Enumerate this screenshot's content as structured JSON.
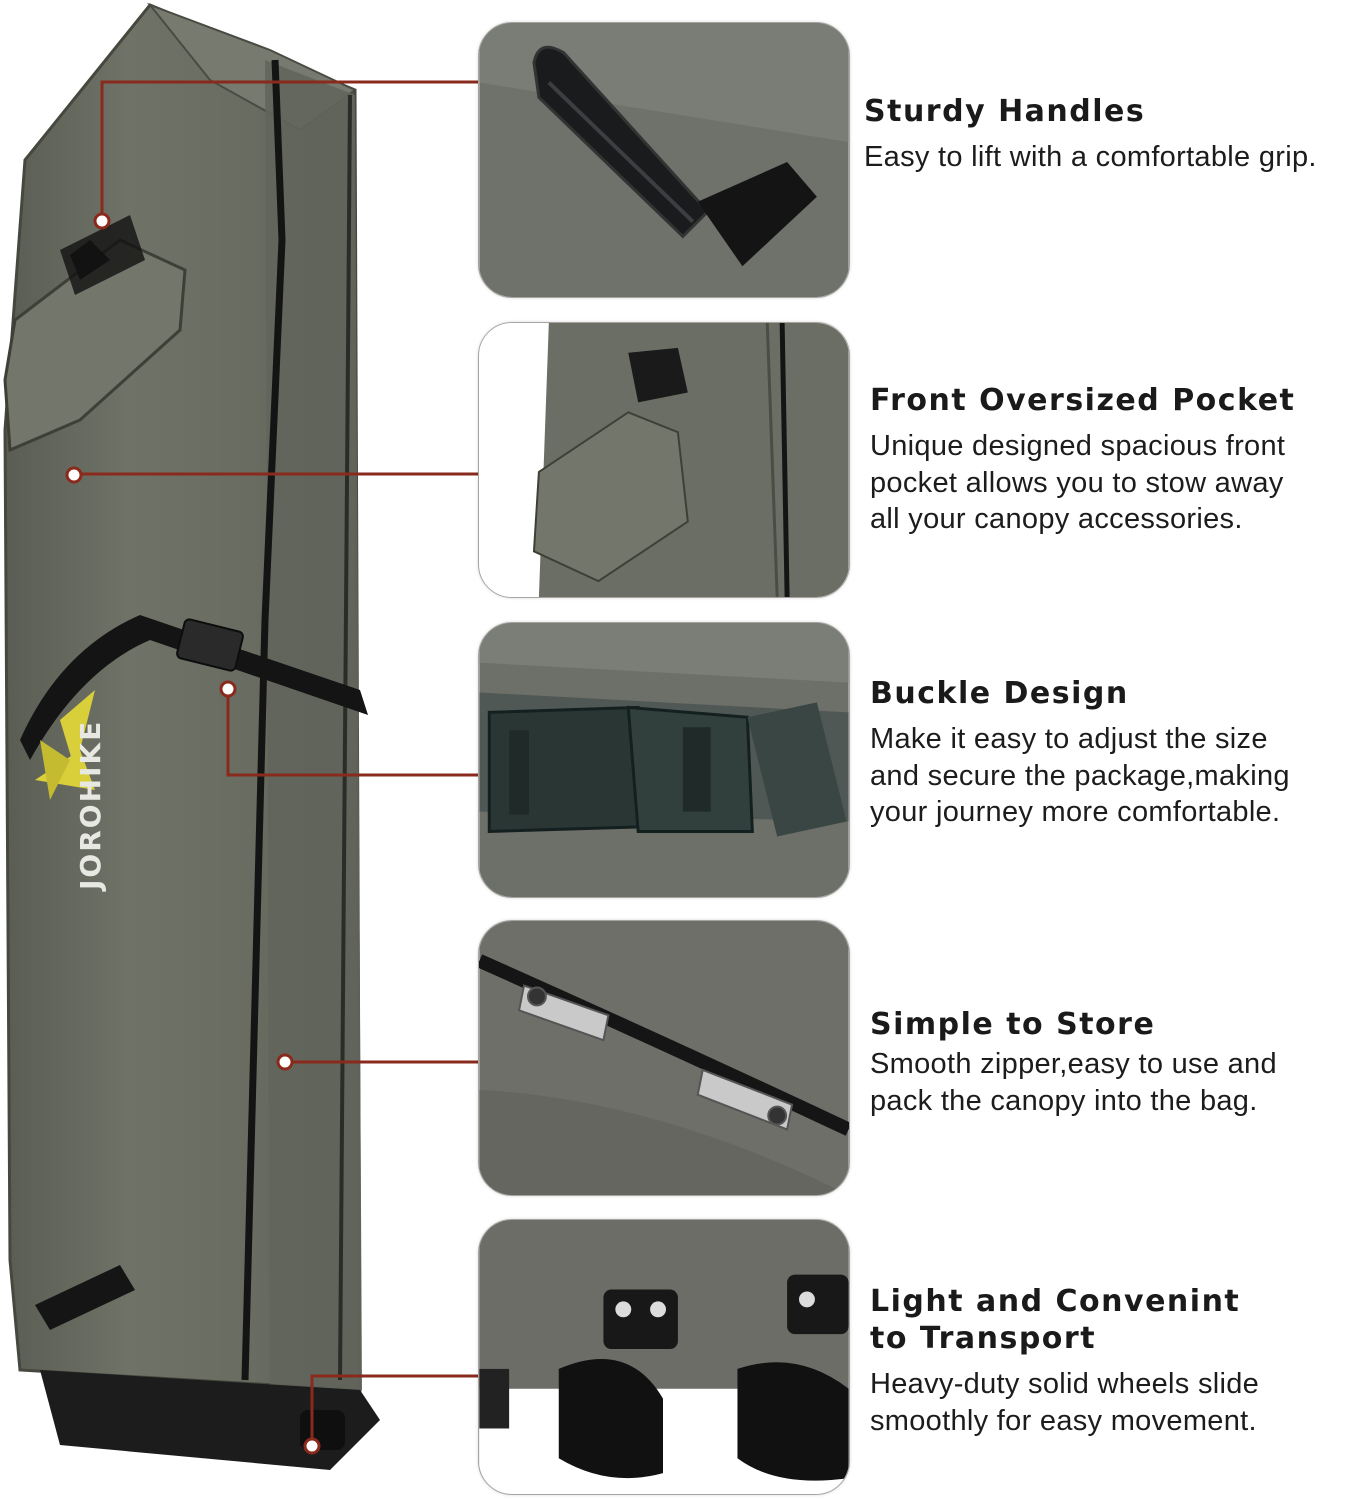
{
  "brand": {
    "name": "JOROHIKE"
  },
  "colors": {
    "bag_olive": "#6b6e63",
    "bag_shadow": "#50534a",
    "callout_line": "#8a2a1c",
    "text": "#1a1a1a",
    "logo_yellow": "#d9cf3a"
  },
  "features": [
    {
      "title_lines": [
        "Sturdy Handles"
      ],
      "desc_lines": [
        "Easy to lift with a comfortable grip."
      ],
      "icon": "handle-closeup"
    },
    {
      "title_lines": [
        "Front Oversized Pocket"
      ],
      "desc_lines": [
        "Unique designed spacious front",
        "pocket allows you to stow away",
        "all your canopy accessories."
      ],
      "icon": "pocket-closeup"
    },
    {
      "title_lines": [
        "Buckle Design"
      ],
      "desc_lines": [
        "Make it easy to adjust the size",
        "and secure the package,making",
        "your journey more comfortable."
      ],
      "icon": "buckle-closeup"
    },
    {
      "title_lines": [
        "Simple to Store"
      ],
      "desc_lines": [
        "Smooth zipper,easy to use and",
        "pack the canopy into the bag."
      ],
      "icon": "zipper-closeup"
    },
    {
      "title_lines": [
        "Light and Convenint",
        "to Transport"
      ],
      "desc_lines": [
        "Heavy-duty solid wheels slide",
        "smoothly for easy movement."
      ],
      "icon": "wheels-closeup"
    }
  ]
}
